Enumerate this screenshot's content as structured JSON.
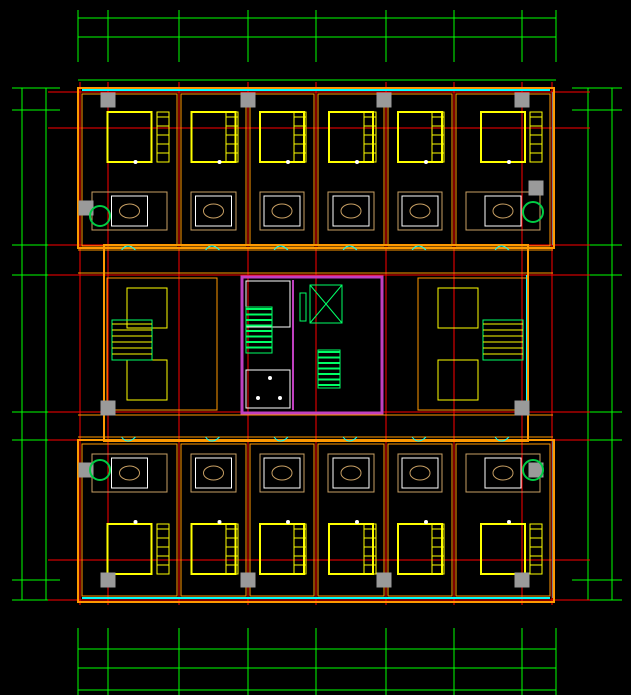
{
  "drawing": {
    "type": "cad-floor-plan",
    "background": "#000000",
    "layers": {
      "dimension": "#00ff00",
      "axis": "#ff0000",
      "wall": "#ff9900",
      "furniture": "#ffff00",
      "fixture": "#c8a064",
      "glazing": "#00ffff",
      "core": "#c040c0",
      "stair": "#00ff66",
      "column": "#9a9a9a",
      "detail": "#ffffff"
    },
    "units_per_side": 4,
    "features": [
      "dimension-chains",
      "axis-grid",
      "central-core",
      "elevator-shafts",
      "stairs",
      "corridor-doors",
      "bathroom-fixtures",
      "columns"
    ]
  }
}
